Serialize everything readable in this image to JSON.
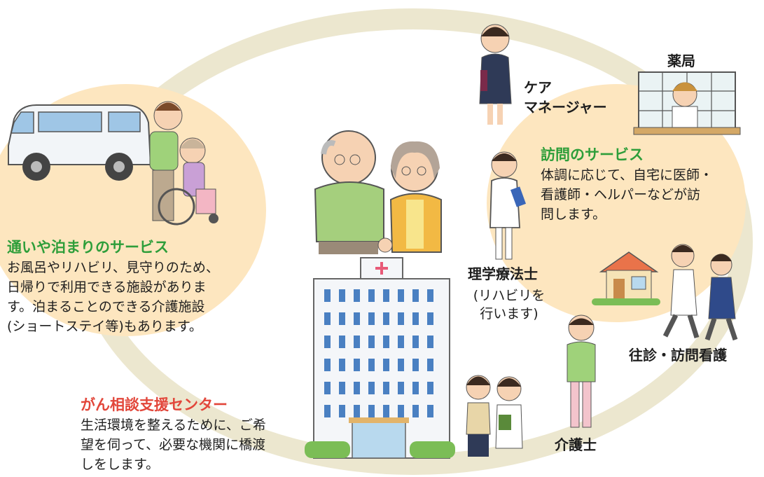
{
  "colors": {
    "ring": "#ece7cf",
    "blob": "#fde6bf",
    "green_heading": "#2e9e3a",
    "red_heading": "#e2463a",
    "body_text": "#1e1e1e"
  },
  "day_service": {
    "heading": "通いや泊まりのサービス",
    "lines": [
      "お風呂やリハビリ、見守りのため、",
      "日帰りで利用できる施設がありま",
      "す。泊まることのできる介護施設",
      "(ショートステイ等)もあります。"
    ]
  },
  "visit_service": {
    "heading": "訪問のサービス",
    "lines": [
      "体調に応じて、自宅に医師・",
      "看護師・ヘルパーなどが訪",
      "問します。"
    ]
  },
  "cancer_center": {
    "heading": "がん相談支援センター",
    "lines": [
      "生活環境を整えるために、ご希",
      "望を伺って、必要な機関に橋渡",
      "しをします。"
    ]
  },
  "roles": {
    "care_manager": [
      "ケア",
      "マネージャー"
    ],
    "pharmacy": "薬局",
    "physio": "理学療法士",
    "physio_note": [
      "(リハビリを",
      "行います)"
    ],
    "home_visit": "往診・訪問看護",
    "care_worker": "介護士"
  },
  "icons": [
    "van-icon",
    "wheelchair-icon",
    "elderly-couple-icon",
    "hospital-icon",
    "pharmacy-icon",
    "house-icon",
    "doctor-icon",
    "nurse-icon"
  ]
}
